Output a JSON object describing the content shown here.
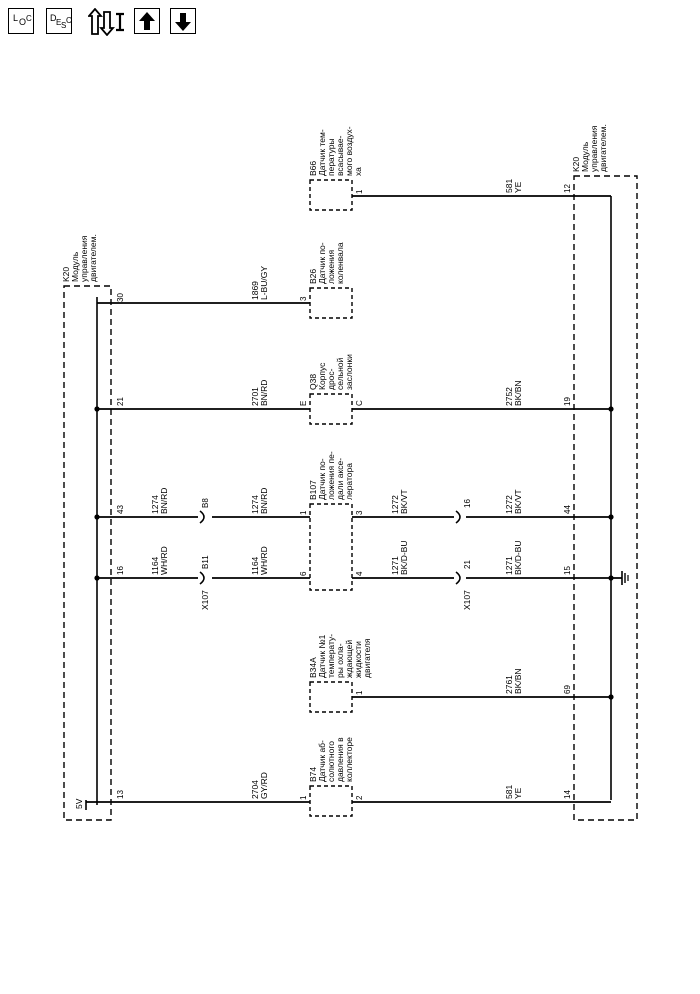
{
  "toolbar": {
    "loc_label": "LOC",
    "desc_label": "DESC",
    "icons": [
      "loc-icon",
      "desc-icon",
      "connector-swap-icon",
      "arrow-up-icon",
      "arrow-down-icon"
    ]
  },
  "modules": {
    "left": {
      "ref": "K20",
      "name_lines": [
        "Модуль",
        "управления",
        "двигателем."
      ],
      "voltage": "5V",
      "pins": {
        "ckp": "30",
        "tp": "21",
        "appsA": "43",
        "appsB": "16",
        "map": "13"
      }
    },
    "right": {
      "ref": "K20",
      "name_lines": [
        "Модуль",
        "управления",
        "двигателем."
      ],
      "pins": {
        "iat": "12",
        "tp": "19",
        "appsA": "44",
        "appsB": "15",
        "ect": "69",
        "map": "14"
      }
    }
  },
  "components": {
    "b66": {
      "ref": "B66",
      "name_lines": [
        "Датчик тем-",
        "пературы",
        "всасывае-",
        "мого воздух-",
        "ха"
      ],
      "pin": "1"
    },
    "b26": {
      "ref": "B26",
      "name_lines": [
        "Датчик по-",
        "ложения",
        "коленвала"
      ],
      "pin": "3"
    },
    "q38": {
      "ref": "Q38",
      "name_lines": [
        "Корпус",
        "дрос-",
        "сельной",
        "заслонки"
      ],
      "pin_left": "E",
      "pin_right": "C"
    },
    "b107": {
      "ref": "B107",
      "name_lines": [
        "Датчик по-",
        "ложения пе-",
        "дали аксе-",
        "лератора"
      ],
      "pins": {
        "p1": "1",
        "p3": "3",
        "p6": "6",
        "p4": "4"
      }
    },
    "b34a": {
      "ref": "B34A",
      "name_lines": [
        "Датчик №1",
        "температу-",
        "ры охла-",
        "ждающей",
        "жидкости",
        "двигателя"
      ],
      "pin": "1"
    },
    "b74": {
      "ref": "B74",
      "name_lines": [
        "Датчик аб-",
        "солютного",
        "давления в",
        "коллекторе"
      ],
      "pin_left": "1",
      "pin_right": "2"
    }
  },
  "connectors": {
    "x107_left": {
      "ref": "X107",
      "pin_a": "B8",
      "pin_b": "B11"
    },
    "x107_right": {
      "ref": "X107",
      "pin_a": "16",
      "pin_b": "21"
    }
  },
  "wires": {
    "iat": {
      "circuit": "581",
      "color": "YE"
    },
    "ckp": {
      "circuit": "1869",
      "color": "L-BU/GY"
    },
    "tp_l": {
      "circuit": "2701",
      "color": "BN/RD"
    },
    "tp_r": {
      "circuit": "2752",
      "color": "BK/BN"
    },
    "aA_l1": {
      "circuit": "1274",
      "color": "BN/RD"
    },
    "aA_l2": {
      "circuit": "1274",
      "color": "BN/RD"
    },
    "aA_r1": {
      "circuit": "1272",
      "color": "BK/VT"
    },
    "aA_r2": {
      "circuit": "1272",
      "color": "BK/VT"
    },
    "aB_l1": {
      "circuit": "1164",
      "color": "WH/RD"
    },
    "aB_l2": {
      "circuit": "1164",
      "color": "WH/RD"
    },
    "aB_r1": {
      "circuit": "1271",
      "color": "BK/D-BU"
    },
    "aB_r2": {
      "circuit": "1271",
      "color": "BK/D-BU"
    },
    "ect": {
      "circuit": "2761",
      "color": "BK/BN"
    },
    "map_l": {
      "circuit": "2704",
      "color": "GY/RD"
    },
    "map_r": {
      "circuit": "581",
      "color": "YE"
    }
  }
}
